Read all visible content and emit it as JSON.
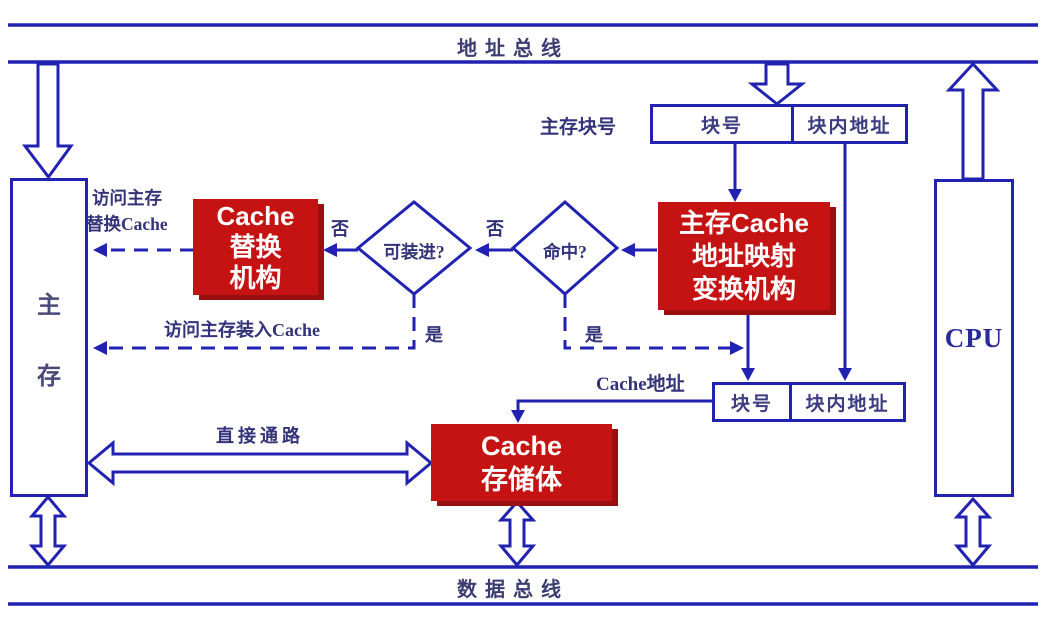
{
  "colors": {
    "line": "#2222b2",
    "label": "#33337a",
    "red": "#c51212",
    "red_shadow": "#9a0f0f"
  },
  "buses": {
    "address_label": "地址总线",
    "data_label": "数据总线"
  },
  "main_memory": {
    "char1": "主",
    "char2": "存"
  },
  "cpu": {
    "label": "CPU"
  },
  "red_boxes": {
    "replace": {
      "l1": "Cache",
      "l2": "替换",
      "l3": "机构"
    },
    "mapping": {
      "l1": "主存Cache",
      "l2": "地址映射",
      "l3": "变换机构"
    },
    "storage": {
      "l1": "Cache",
      "l2": "存储体"
    }
  },
  "decisions": {
    "loadable": "可装进?",
    "hit": "命中?"
  },
  "registers": {
    "main": {
      "caption": "主存块号",
      "f1": "块号",
      "f2": "块内地址"
    },
    "cache": {
      "caption": "Cache地址",
      "f1": "块号",
      "f2": "块内地址"
    }
  },
  "labels": {
    "visit_main": "访问主存",
    "replace_cache": "替换Cache",
    "load_cache": "访问主存装入Cache",
    "direct": "直接通路",
    "yes1": "是",
    "yes2": "是",
    "no1": "否",
    "no2": "否"
  }
}
